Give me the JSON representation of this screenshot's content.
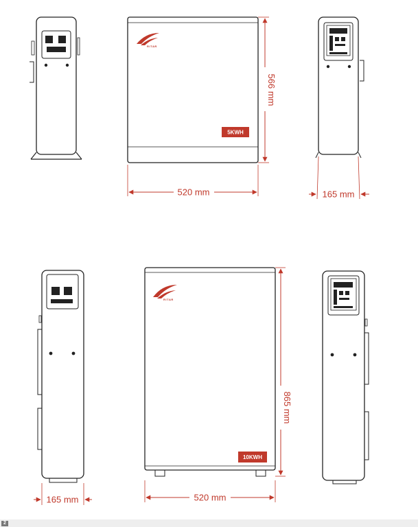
{
  "colors": {
    "accent": "#c0392b",
    "outline": "#222222"
  },
  "units_5kwh": {
    "badge": "5KWH",
    "logo": "RITAR",
    "height_label": "566 mm",
    "width_label": "520 mm",
    "depth_label": "165 mm"
  },
  "units_10kwh": {
    "badge": "10KWH",
    "logo": "RITAR",
    "height_label": "865 mm",
    "width_label": "520 mm",
    "depth_label": "165 mm"
  },
  "footer": {
    "page_number": "2"
  }
}
